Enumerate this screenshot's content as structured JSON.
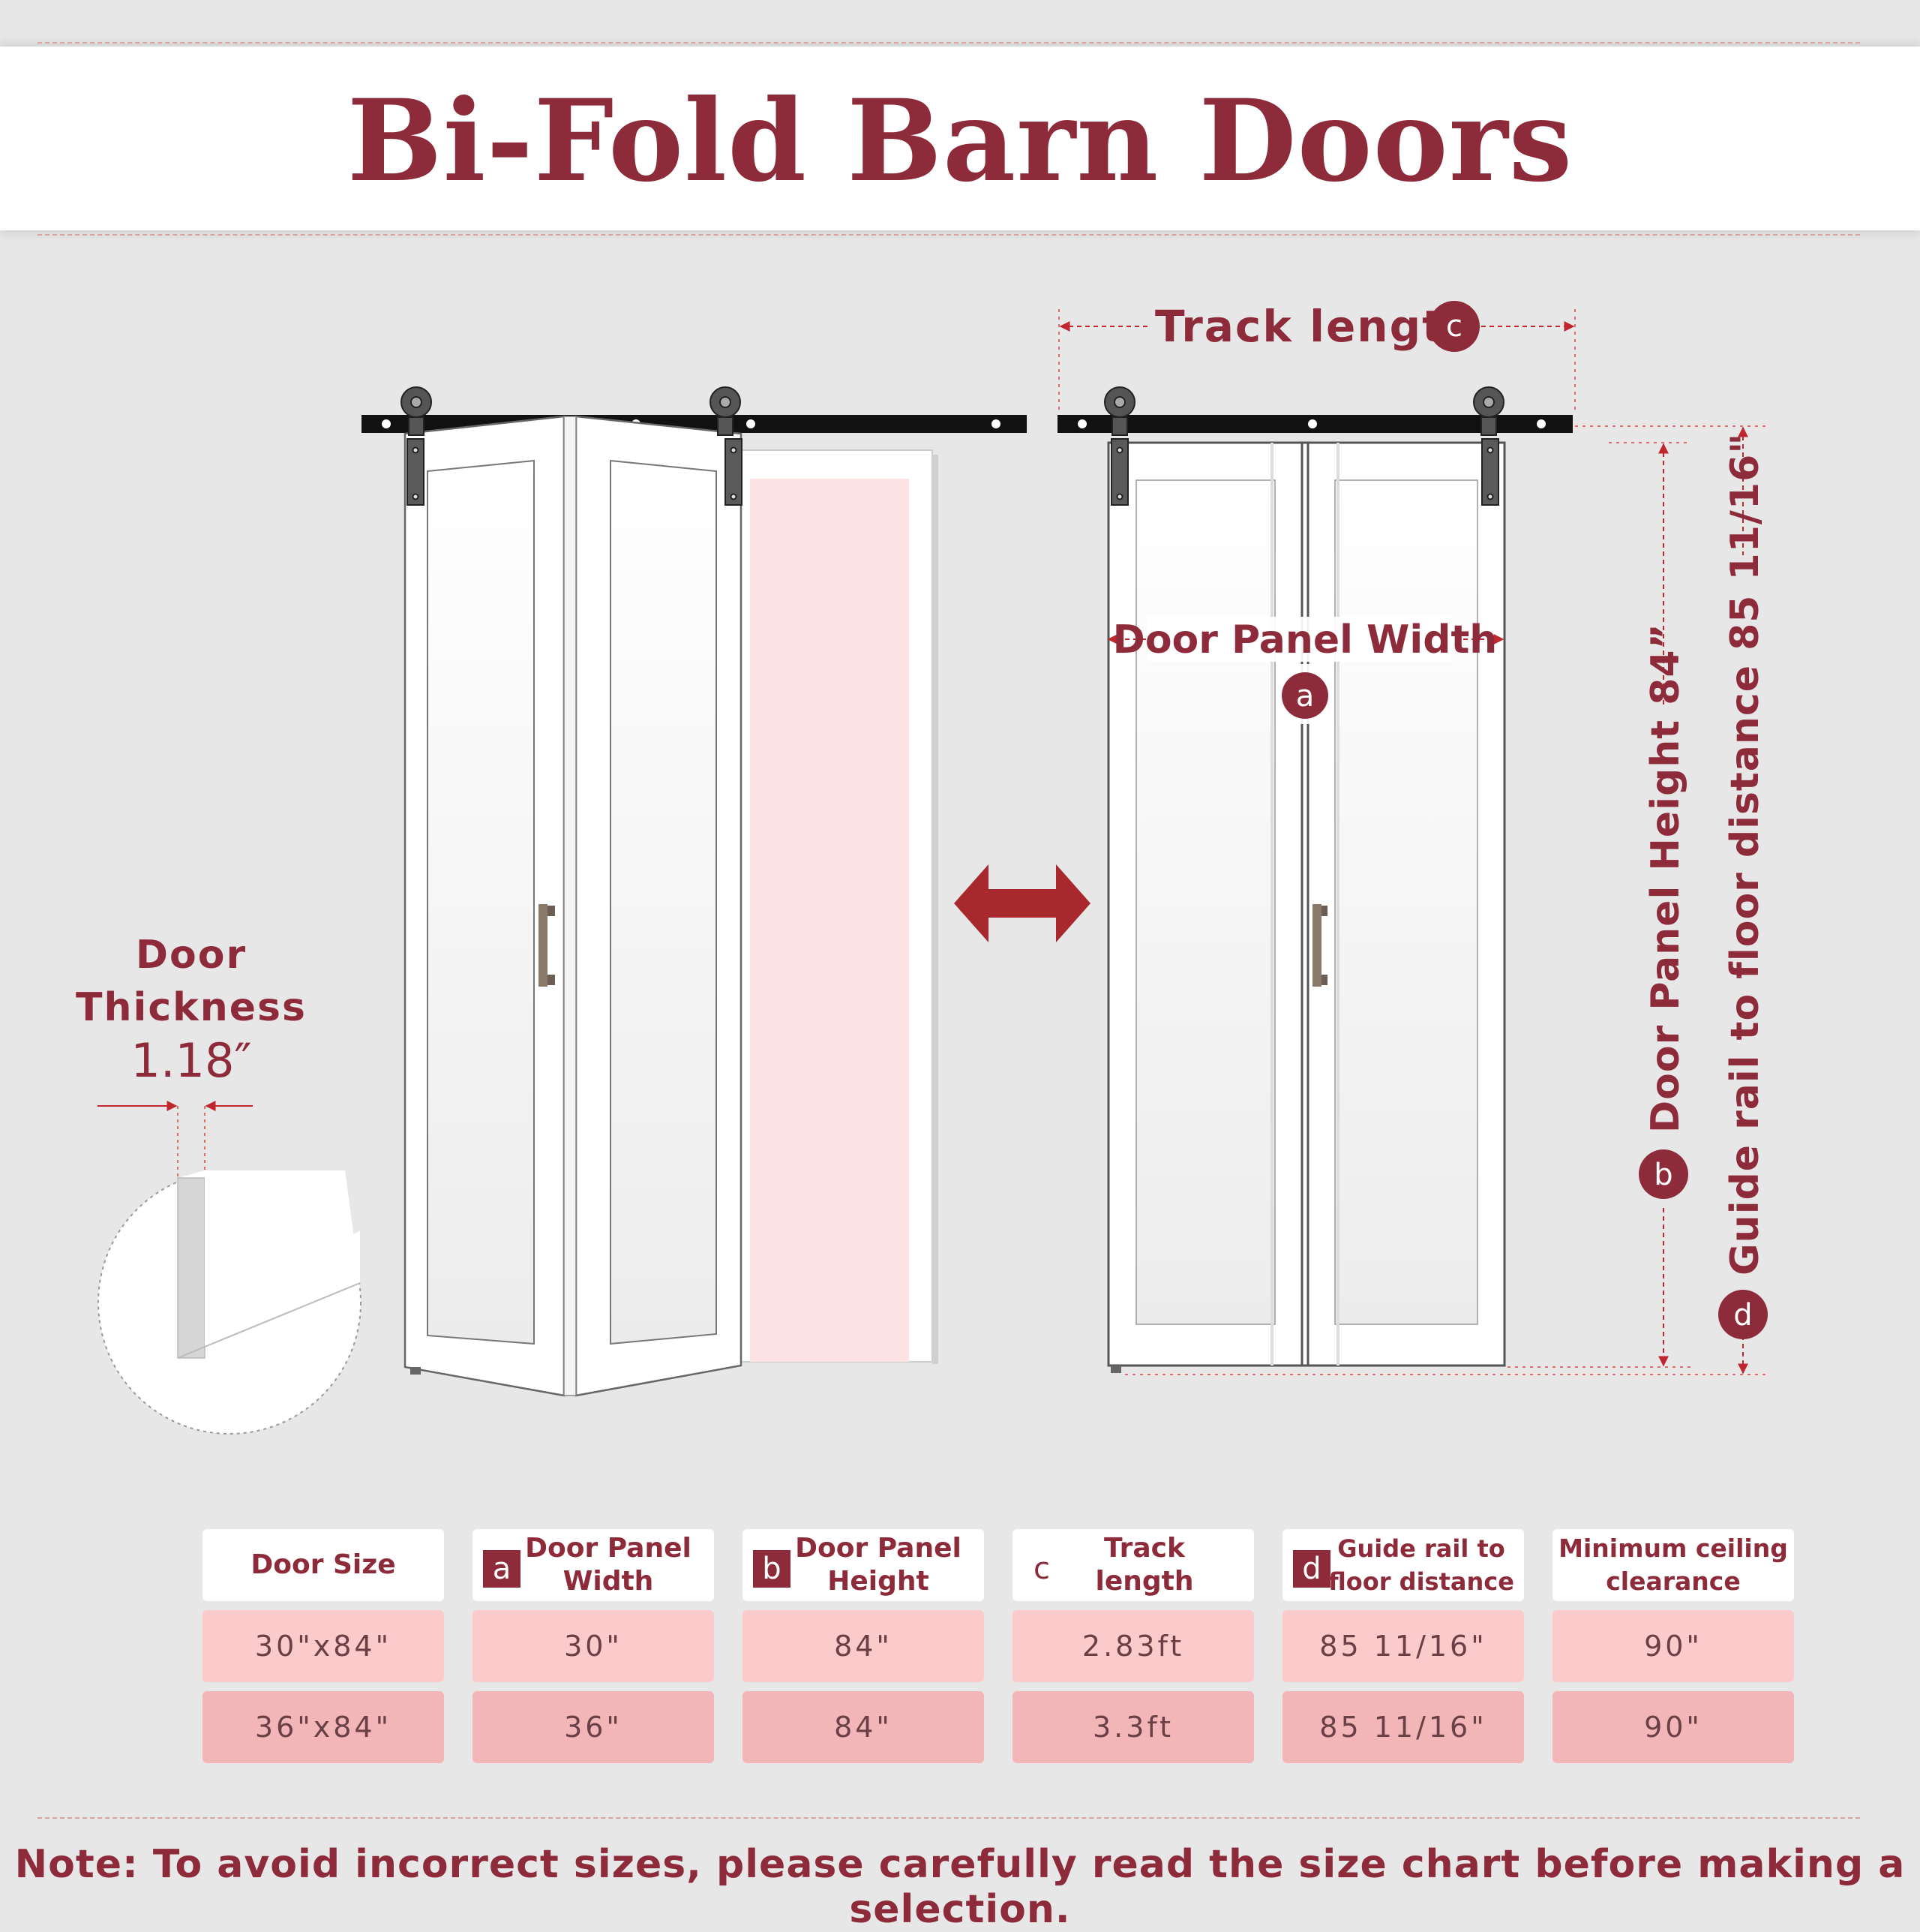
{
  "title": "Bi-Fold Barn Doors",
  "diagram": {
    "door_thickness_label": "Door Thickness",
    "door_thickness_line1": "Door",
    "door_thickness_line2": "Thickness",
    "door_thickness_value": "1.18″",
    "track_length_label": "Track length",
    "door_panel_width_label": "Door Panel Width",
    "door_panel_height_label": "Door Panel Height  84”",
    "guide_rail_label": "Guide rail to floor distance  85 11/16\"",
    "badge_a": "a",
    "badge_b": "b",
    "badge_c": "c",
    "badge_d": "d"
  },
  "table": {
    "headers": [
      {
        "badge": "",
        "line1": "Door Size",
        "line2": ""
      },
      {
        "badge": "a",
        "line1": "Door Panel",
        "line2": "Width"
      },
      {
        "badge": "b",
        "line1": "Door Panel",
        "line2": "Height"
      },
      {
        "badge": "c",
        "line1": "Track",
        "line2": "length"
      },
      {
        "badge": "d",
        "line1": "Guide rail to",
        "line2": "floor distance"
      },
      {
        "badge": "",
        "line1": "Minimum ceiling",
        "line2": "clearance"
      }
    ],
    "rows": [
      [
        "30\"x84\"",
        "30\"",
        "84\"",
        "2.83ft",
        "85 11/16\"",
        "90\""
      ],
      [
        "36\"x84\"",
        "36\"",
        "84\"",
        "3.3ft",
        "85 11/16\"",
        "90\""
      ]
    ]
  },
  "note": "Note: To avoid incorrect sizes, please carefully read the size chart before making a selection.",
  "colors": {
    "accent": "#8e2b3b",
    "background": "#e7e7e7",
    "row1": "#fbcaca",
    "row2": "#f2b6b9",
    "arrow": "#a8292d"
  }
}
